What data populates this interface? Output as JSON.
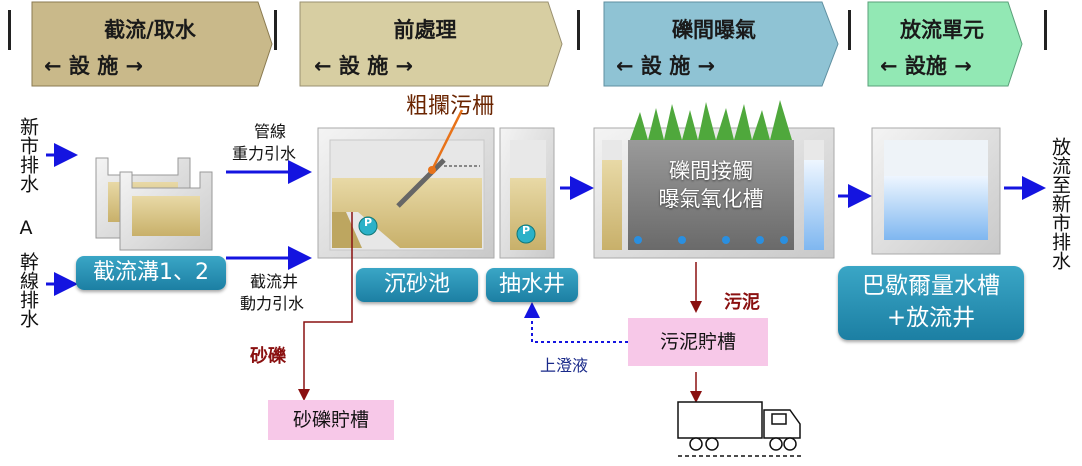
{
  "stages": [
    {
      "title": "截流/取水",
      "sub": "←  設  施  →",
      "color": "#c9b98a"
    },
    {
      "title": "前處理",
      "sub": "←    設  施    →",
      "color": "#d7cea2"
    },
    {
      "title": "礫間曝氣",
      "sub": "←    設  施    →",
      "color": "#8fc3d4"
    },
    {
      "title": "放流單元",
      "sub": "←  設施  →",
      "color": "#92e8b4"
    }
  ],
  "inputs": {
    "xinshi": "新市排水",
    "gan_letter": "A",
    "gan_rest": "幹線排水"
  },
  "labels": {
    "interceptor": "截流溝1、2",
    "pipe_gravity_1": "管線",
    "pipe_gravity_2": "重力引水",
    "well_power_1": "截流井",
    "well_power_2": "動力引水",
    "screen": "粗攔污柵",
    "grit": "沉砂池",
    "pump_well": "抽水井",
    "contact_1": "礫間接觸",
    "contact_2": "曝氣氧化槽",
    "parshall_1": "巴歇爾量水槽",
    "parshall_2": "+放流井",
    "gravel_red": "砂礫",
    "gravel_tank": "砂礫貯槽",
    "sludge_red": "污泥",
    "sludge_tank": "污泥貯槽",
    "supernatant": "上澄液",
    "outflow": "放流至新市排水",
    "pump_badge": "P"
  },
  "colors": {
    "arrow_blue": "#1414e0",
    "teal": "#2590b5",
    "dark_red": "#8a1010",
    "orange": "#e8731a",
    "pink": "#f7c8e8"
  }
}
